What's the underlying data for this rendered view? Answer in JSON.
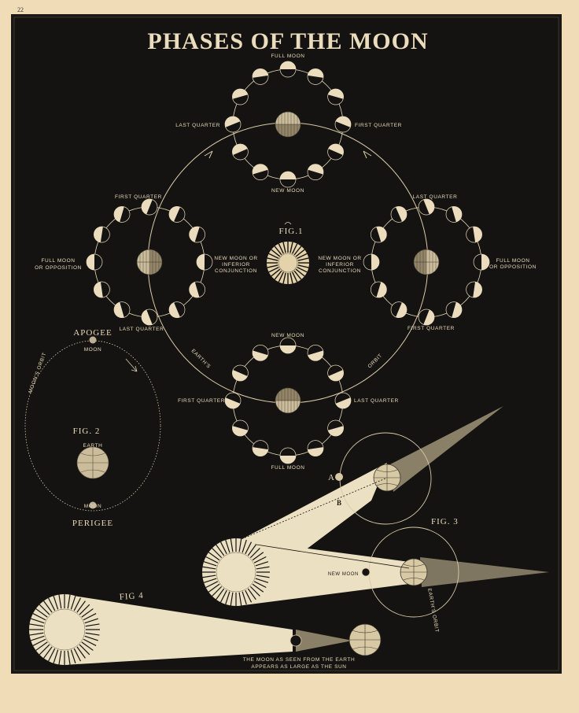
{
  "page_number": "22",
  "title": "PHASES OF THE MOON",
  "colors": {
    "paper": "#f0dcb6",
    "plate": "#141311",
    "ink_light": "#eadcbc"
  },
  "fig1": {
    "label": "FIG.1",
    "orbit_label_left": "EARTH'S",
    "orbit_label_right": "ORBIT",
    "top": {
      "full": "FULL MOON",
      "new": "NEW MOON",
      "left": "LAST QUARTER",
      "right": "FIRST QUARTER"
    },
    "bottom": {
      "new": "NEW MOON",
      "full": "FULL MOON",
      "left": "FIRST QUARTER",
      "right": "LAST QUARTER"
    },
    "left": {
      "top": "FIRST QUARTER",
      "bottom": "LAST QUARTER",
      "outer": [
        "FULL MOON",
        "OR OPPOSITION"
      ],
      "inner": [
        "NEW MOON OR",
        "INFERIOR",
        "CONJUNCTION"
      ]
    },
    "right": {
      "top": "LAST QUARTER",
      "bottom": "FIRST QUARTER",
      "outer": [
        "FULL MOON",
        "OR OPPOSITION"
      ],
      "inner": [
        "NEW MOON OR",
        "INFERIOR",
        "CONJUNCTION"
      ]
    }
  },
  "fig2": {
    "label": "FIG. 2",
    "apogee": "APOGEE",
    "perigee": "PERIGEE",
    "moon_top": "MOON",
    "moon_bottom": "MOON",
    "earth": "EARTH",
    "orbit": "MOON'S ORBIT"
  },
  "fig3": {
    "label": "FIG. 3",
    "point_a": "A",
    "point_b": "B",
    "new_moon": "NEW MOON",
    "orbit": "EARTH'S ORBIT"
  },
  "fig4": {
    "label": "FIG 4",
    "caption": [
      "THE MOON AS SEEN FROM THE EARTH",
      "APPEARS AS LARGE AS THE SUN"
    ]
  }
}
